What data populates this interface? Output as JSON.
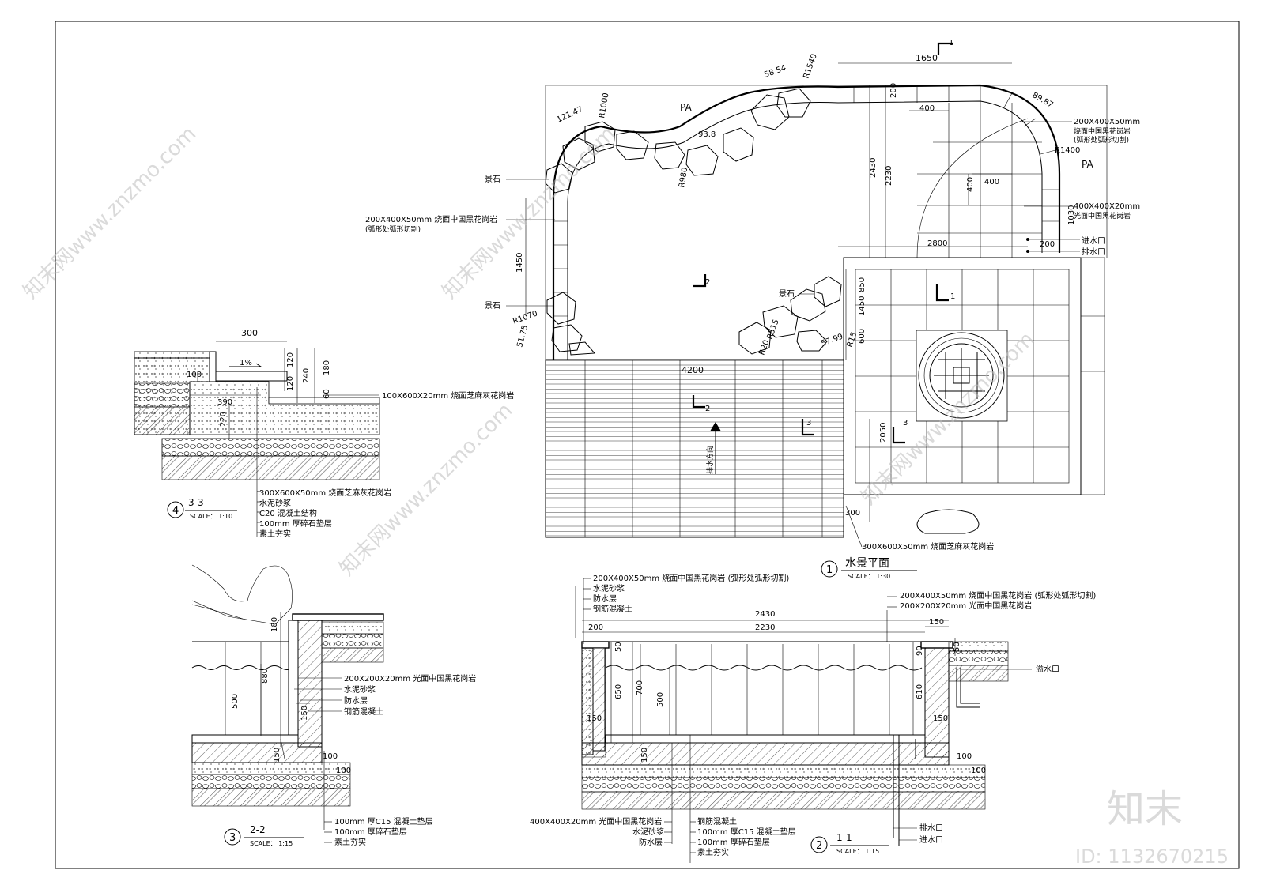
{
  "plan": {
    "label_pa_1": "PA",
    "label_pa_2": "PA",
    "dim_1650": "1650",
    "dim_r1540": "R1540",
    "dim_5854": "58.54",
    "dim_8987": "89.87",
    "dim_r1400": "R1400",
    "dim_12147": "121.47",
    "dim_r1000": "R1000",
    "dim_938": "93.8",
    "dim_r980": "R980",
    "dim_200_top": "200",
    "dim_400_a": "400",
    "dim_400_b": "400",
    "dim_400_c": "400",
    "dim_2430": "2430",
    "dim_2230": "2230",
    "dim_1030": "1030",
    "dim_2800": "2800",
    "dim_200_b": "200",
    "dim_1450_left": "1450",
    "dim_850": "850",
    "dim_1450_right": "1450",
    "dim_600": "600",
    "dim_2050": "2050",
    "dim_300": "300",
    "dim_r1070": "R1070",
    "dim_5175": "51.75",
    "dim_r515": "R515",
    "dim_5799": "57.99",
    "dim_r15": "R15",
    "dim_r20": "R20",
    "dim_4200": "4200",
    "label_rock_top": "景石",
    "label_rock_left": "景石",
    "label_rock_right": "景石",
    "label_paving_1_line1": "200X400X50mm 烧面中国黑花岗岩",
    "label_paving_1_line2": "(弧形处弧形切割)",
    "label_paving_2_line1": "200X400X50mm",
    "label_paving_2_line2": "烧面中国黑花岗岩",
    "label_paving_2_line3": "(弧形处弧形切割)",
    "label_paving_3_line1": "400X400X20mm",
    "label_paving_3_line2": "光面中国黑花岗岩",
    "label_inlet": "进水口",
    "label_outlet": "排水口",
    "label_drain_dir": "排水方向",
    "label_paving_bottom": "300X600X50mm 烧面芝麻灰花岗岩",
    "sec_1_top": "1",
    "sec_1_right": "1",
    "sec_2_top": "2",
    "sec_2_mid": "2",
    "sec_3_a": "3",
    "sec_3_b": "3",
    "title_num": "1",
    "title": "水景平面",
    "scale": "SCALE： 1:30"
  },
  "detail33": {
    "dim_300": "300",
    "dim_1pct": "1%",
    "dim_120a": "120",
    "dim_240": "240",
    "dim_180": "180",
    "dim_120b": "120",
    "dim_60": "60",
    "dim_100": "100",
    "dim_390": "390",
    "dim_220": "220",
    "label_paving": "100X600X20mm 烧面芝麻灰花岗岩",
    "layers": [
      "300X600X50mm 烧面芝麻灰花岗岩",
      "水泥砂浆",
      "C20 混凝土结构",
      "100mm 厚碎石垫层",
      "素土夯实"
    ],
    "title_num": "4",
    "title": "3-3",
    "scale": "SCALE： 1:10"
  },
  "detail22": {
    "dim_180": "180",
    "dim_880": "880",
    "dim_500": "500",
    "dim_150a": "150",
    "dim_150b": "150",
    "dim_100a": "100",
    "dim_100b": "100",
    "labels_right": [
      "200X200X20mm 光面中国黑花岗岩",
      "水泥砂浆",
      "防水层",
      "钢筋混凝土"
    ],
    "labels_bottom": [
      "100mm 厚C15 混凝土垫层",
      "100mm 厚碎石垫层",
      "素土夯实"
    ],
    "title_num": "3",
    "title": "2-2",
    "scale": "SCALE： 1:15"
  },
  "detail11": {
    "labels_top": [
      "200X400X50mm 烧面中国黑花岗岩 (弧形处弧形切割)",
      "水泥砂浆",
      "防水层",
      "钢筋混凝土"
    ],
    "label_top_right_1": "200X400X50mm 烧面中国黑花岗岩 (弧形处弧形切割)",
    "label_top_right_2": "200X200X20mm 光面中国黑花岗岩",
    "dim_2430": "2430",
    "dim_200": "200",
    "dim_2230": "2230",
    "dim_150": "150",
    "dim_50": "50",
    "dim_650": "650",
    "dim_700": "700",
    "dim_500": "500",
    "dim_90": "90",
    "dim_610": "610",
    "dim_150_l": "150",
    "dim_150_b": "150",
    "dim_150_r": "150",
    "dim_100_a": "100",
    "dim_100_b": "100",
    "label_overflow": "溢水口",
    "labels_bottom_left": [
      "400X400X20mm 光面中国黑花岗岩",
      "水泥砂浆",
      "防水层"
    ],
    "labels_bottom_mid": [
      "钢筋混凝土",
      "100mm 厚C15 混凝土垫层",
      "100mm 厚碎石垫层",
      "素土夯实"
    ],
    "label_drain": "排水口",
    "label_inlet": "进水口",
    "title_num": "2",
    "title": "1-1",
    "scale": "SCALE： 1:15"
  },
  "watermark": {
    "brand": "知末",
    "site": "知末网www.znzmo.com",
    "id": "ID: 1132670215"
  }
}
